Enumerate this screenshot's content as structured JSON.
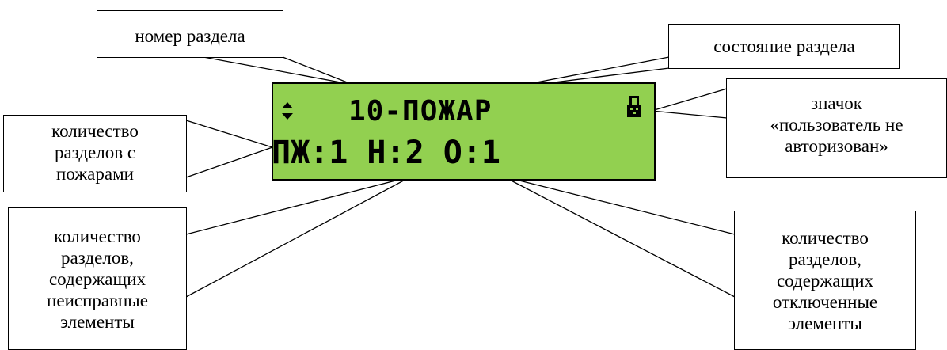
{
  "display": {
    "background_color": "#92d050",
    "line1_icon": "up-down-arrow-icon",
    "line1_text": "10-ПОЖАР",
    "lock_icon": "lock-icon",
    "line2_text": "ПЖ:1 Н:2 О:1"
  },
  "callouts": {
    "section_number": [
      "номер раздела"
    ],
    "section_state": [
      "состояние раздела"
    ],
    "user_not_authorized": [
      "значок",
      "«пользователь не",
      "авторизован»"
    ],
    "fire_sections_count": [
      "количество",
      "разделов с",
      "пожарами"
    ],
    "faulty_sections_count": [
      "количество",
      "разделов,",
      "содержащих",
      "неисправные",
      "элементы"
    ],
    "disabled_sections_count": [
      "количество",
      "разделов,",
      "содержащих",
      "отключенные",
      "элементы"
    ]
  }
}
